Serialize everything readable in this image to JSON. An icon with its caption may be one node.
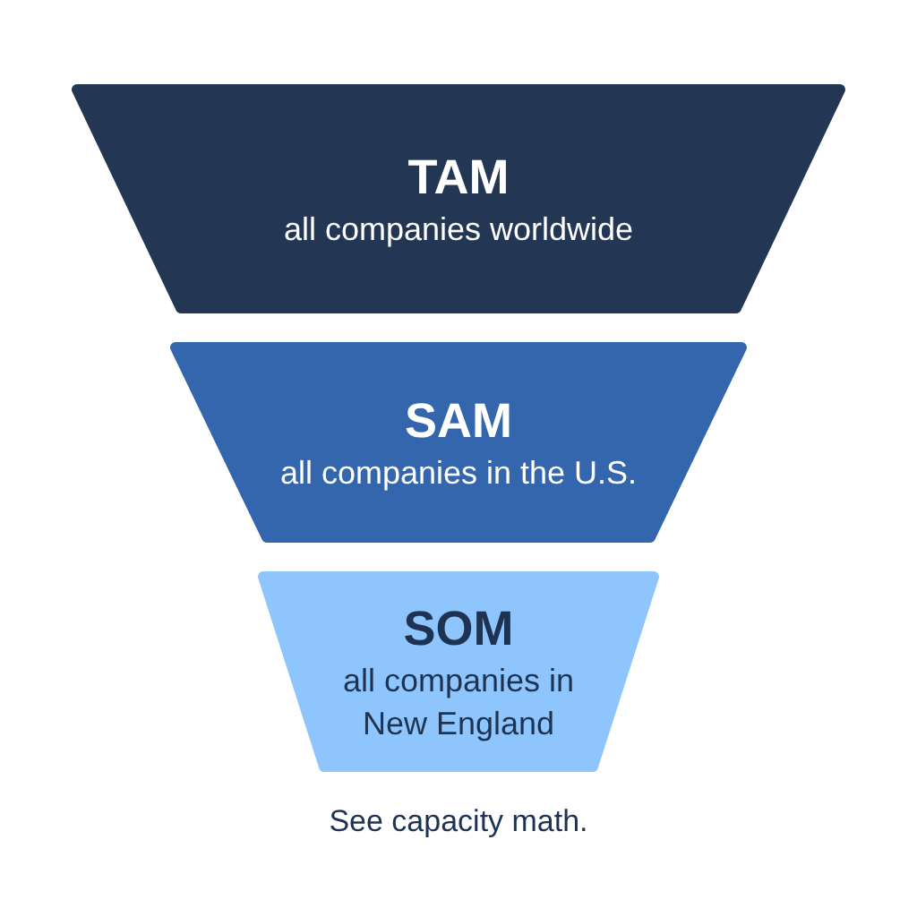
{
  "diagram": {
    "nodes": [
      {
        "text": [
          "TAM",
          "all companies worldwide"
        ]
      },
      {
        "text": [
          "SAM",
          "all companies in the U.S."
        ]
      },
      {
        "text": [
          "SOM",
          "all companies in New England"
        ]
      }
    ],
    "caption": "See capacity math."
  }
}
